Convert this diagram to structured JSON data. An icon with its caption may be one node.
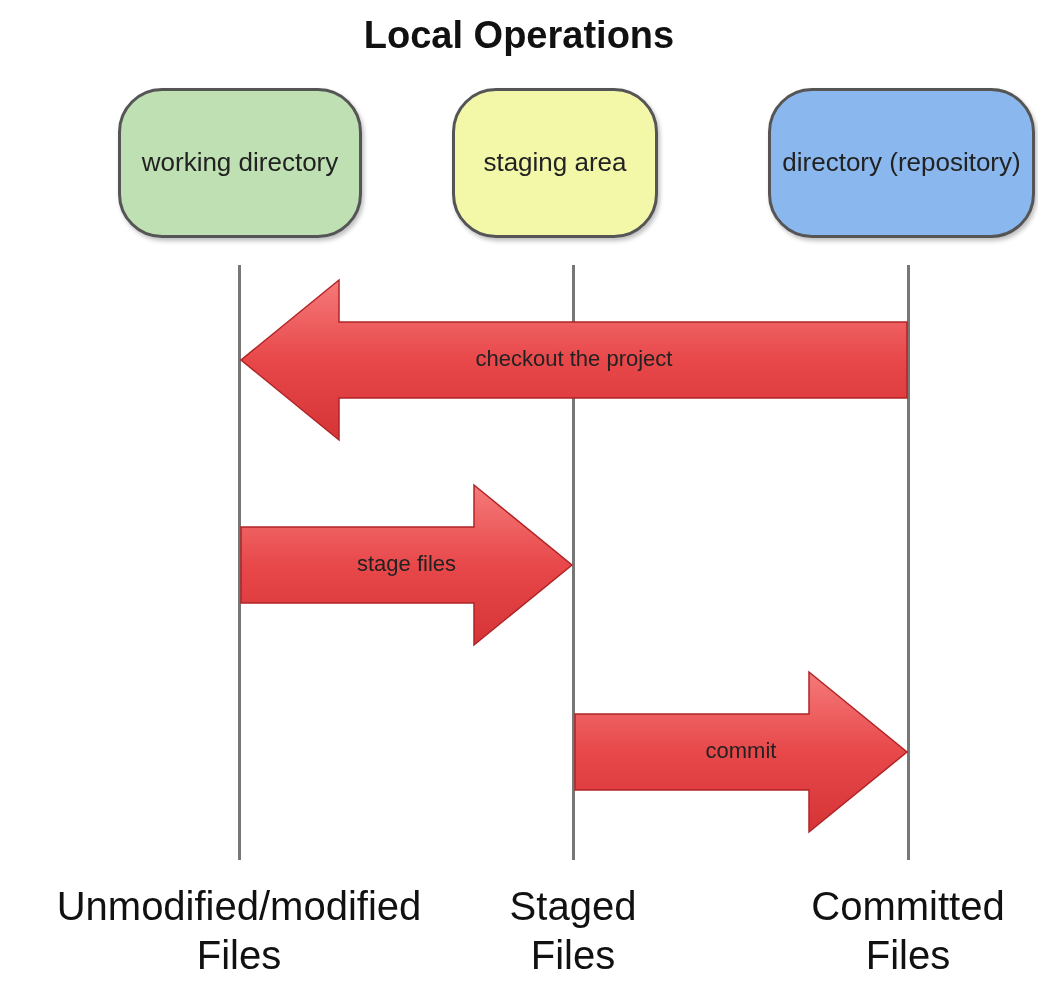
{
  "diagram": {
    "title": "Local Operations",
    "nodes": [
      {
        "text": [
          "working directory"
        ]
      },
      {
        "text": [
          "staging area"
        ]
      },
      {
        "text": [
          "directory (repository)"
        ]
      },
      {
        "text": [],
        "shape": "bar"
      },
      {
        "text": [],
        "shape": "bar"
      },
      {
        "text": [],
        "shape": "bar"
      }
    ],
    "edges": [
      {
        "from": 5,
        "to": 3,
        "arrow": "to",
        "label": "checkout the project"
      },
      {
        "from": 3,
        "to": 4,
        "arrow": "to",
        "label": "stage files"
      },
      {
        "from": 4,
        "to": 5,
        "arrow": "to",
        "label": "commit"
      }
    ],
    "labels": [
      "Unmodified/modified Files",
      "Staged Files",
      "Committed Files"
    ]
  }
}
